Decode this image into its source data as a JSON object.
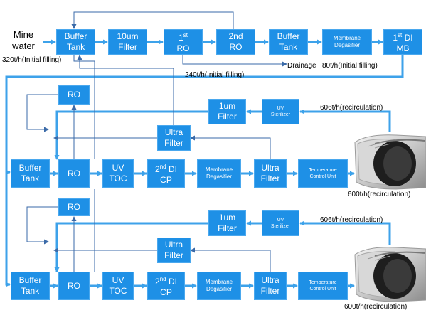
{
  "source": "Mine\nwater",
  "boxes": {
    "buffer1": "Buffer\nTank",
    "filter10": "10um\nFilter",
    "ro1": "1st\nRO",
    "ro2": "2nd\nRO",
    "buffer2": "Buffer\nTank",
    "membrane_top": "Membrane\nDegasifier",
    "mb": "1st DI\nMB"
  },
  "loop": {
    "ro_side": "RO",
    "filter1um": "1um\nFilter",
    "uv_sterilizer": "UV\nSterilizer",
    "ultra_upper": "Ultra\nFilter",
    "buffer": "Buffer\nTank",
    "ro": "RO",
    "uvtoc": "UV\nTOC",
    "cp": "2nd DI\nCP",
    "membrane": "Membrane\nDegasifier",
    "ultra_lower": "Ultra\nFilter",
    "temp": "Temperature\nControl Unit"
  },
  "labels": {
    "initial_320": "320t/h(Initial filling)",
    "drainage": "Drainage",
    "initial_80": "80t/h(Initial filling)",
    "initial_240": "240t/h(Initial filling)",
    "recirc_606": "606t/h(recirculation)",
    "recirc_600": "600t/h(recirculation)"
  },
  "colors": {
    "box": "#1e90e6",
    "line": "#3da2ea",
    "thin_line": "#3a6aa8",
    "text": "#000000"
  }
}
